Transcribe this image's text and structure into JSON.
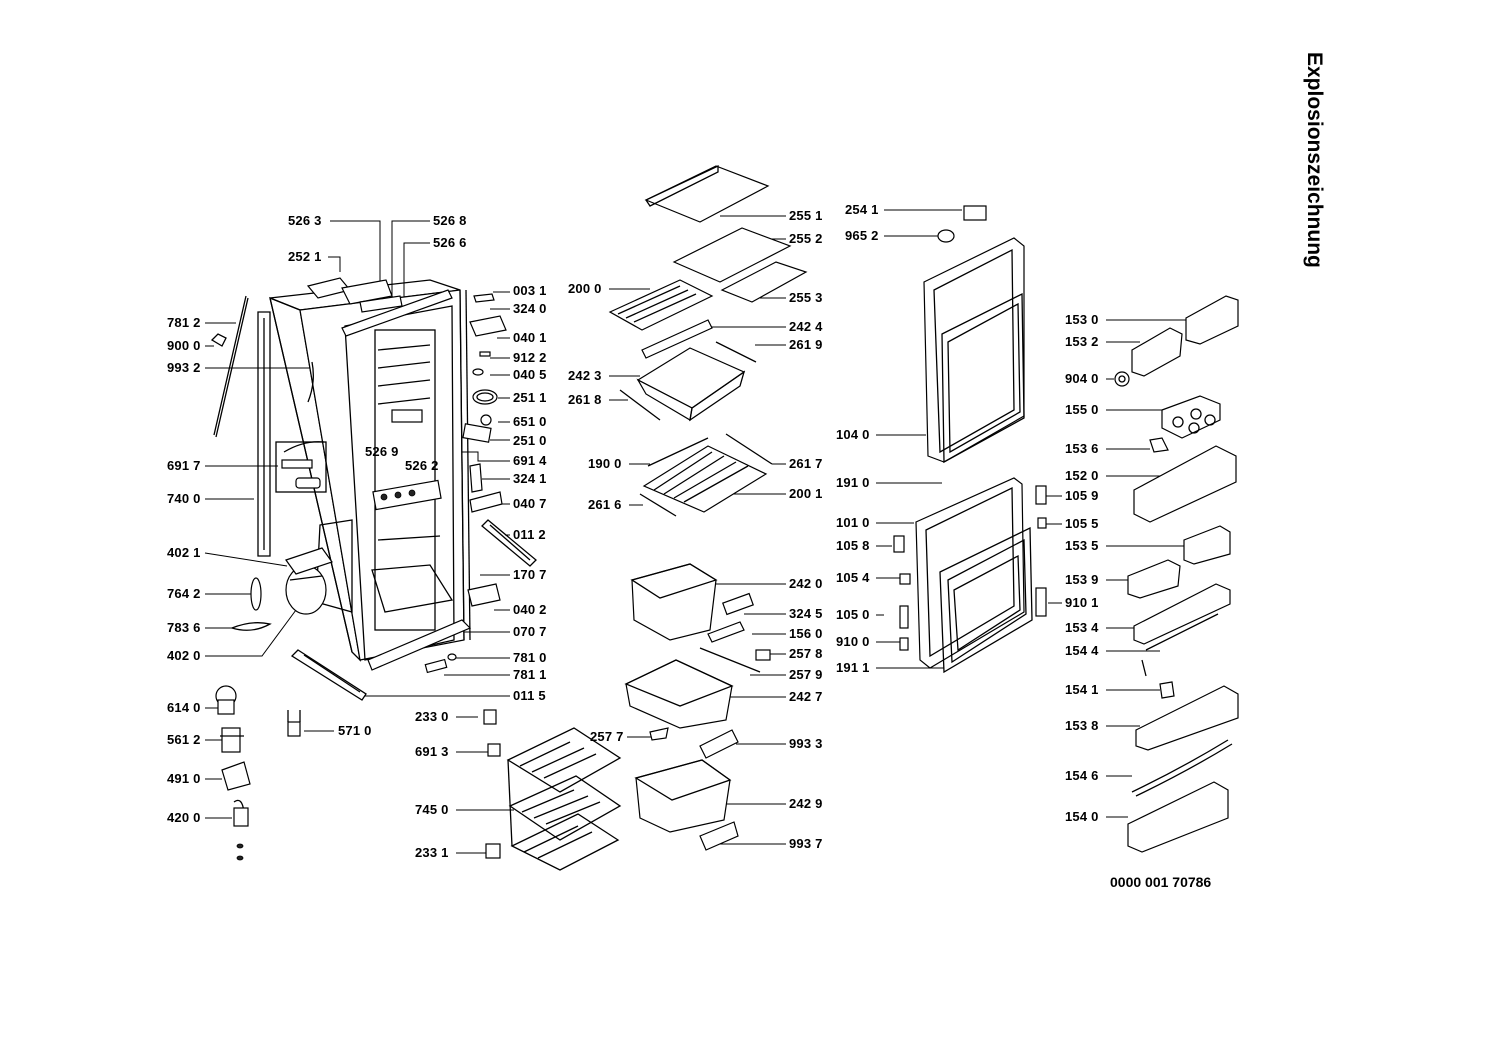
{
  "title": "Explosionszeichnung",
  "document_number": "0000 001 70786",
  "labels": {
    "l5263": "526 3",
    "l5268": "526 8",
    "l5266": "526 6",
    "l2521": "252 1",
    "l0031": "003 1",
    "l3240": "324 0",
    "l0401": "040 1",
    "l9122": "912 2",
    "l0405": "040 5",
    "l2511": "251 1",
    "l6510": "651 0",
    "l2510": "251 0",
    "l6914": "691 4",
    "l3241": "324 1",
    "l0407": "040 7",
    "l0112": "011 2",
    "l1707": "170 7",
    "l0402": "040 2",
    "l0707": "070 7",
    "l7810": "781 0",
    "l7811": "781 1",
    "l0115": "011 5",
    "l7812": "781 2",
    "l9000": "900 0",
    "l9932": "993 2",
    "l6917": "691 7",
    "l7400": "740 0",
    "l4021": "402 1",
    "l7642": "764 2",
    "l7836": "783 6",
    "l4020": "402 0",
    "l5269": "526 9",
    "l5262": "526 2",
    "l6140": "614 0",
    "l5612": "561 2",
    "l4910": "491 0",
    "l4200": "420 0",
    "l5710": "571 0",
    "l2551": "255 1",
    "l2552": "255 2",
    "l2000": "200 0",
    "l2553": "255 3",
    "l2424": "242 4",
    "l2619": "261 9",
    "l2423": "242 3",
    "l2618": "261 8",
    "l1900": "190 0",
    "l2617": "261 7",
    "l2001": "200 1",
    "l2616": "261 6",
    "l2420": "242 0",
    "l3245": "324 5",
    "l1560": "156 0",
    "l2578": "257 8",
    "l2579": "257 9",
    "l2427": "242 7",
    "l2330": "233 0",
    "l2577": "257 7",
    "l6913": "691 3",
    "l9933": "993 3",
    "l7450": "745 0",
    "l2429": "242 9",
    "l2331": "233 1",
    "l9937": "993 7",
    "l2541": "254 1",
    "l9652": "965 2",
    "l1040": "104 0",
    "l1910": "191 0",
    "l1010": "101 0",
    "l1058": "105 8",
    "l1054": "105 4",
    "l1050": "105 0",
    "l9100": "910 0",
    "l1911": "191 1",
    "l1059": "105 9",
    "l1055": "105 5",
    "l9101": "910 1",
    "l1530": "153 0",
    "l1532": "153 2",
    "l9040": "904 0",
    "l1550": "155 0",
    "l1536": "153 6",
    "l1520": "152 0",
    "l1535": "153 5",
    "l1539": "153 9",
    "l1534": "153 4",
    "l1544": "154 4",
    "l1541": "154 1",
    "l1538": "153 8",
    "l1546": "154 6",
    "l1540": "154 0"
  }
}
